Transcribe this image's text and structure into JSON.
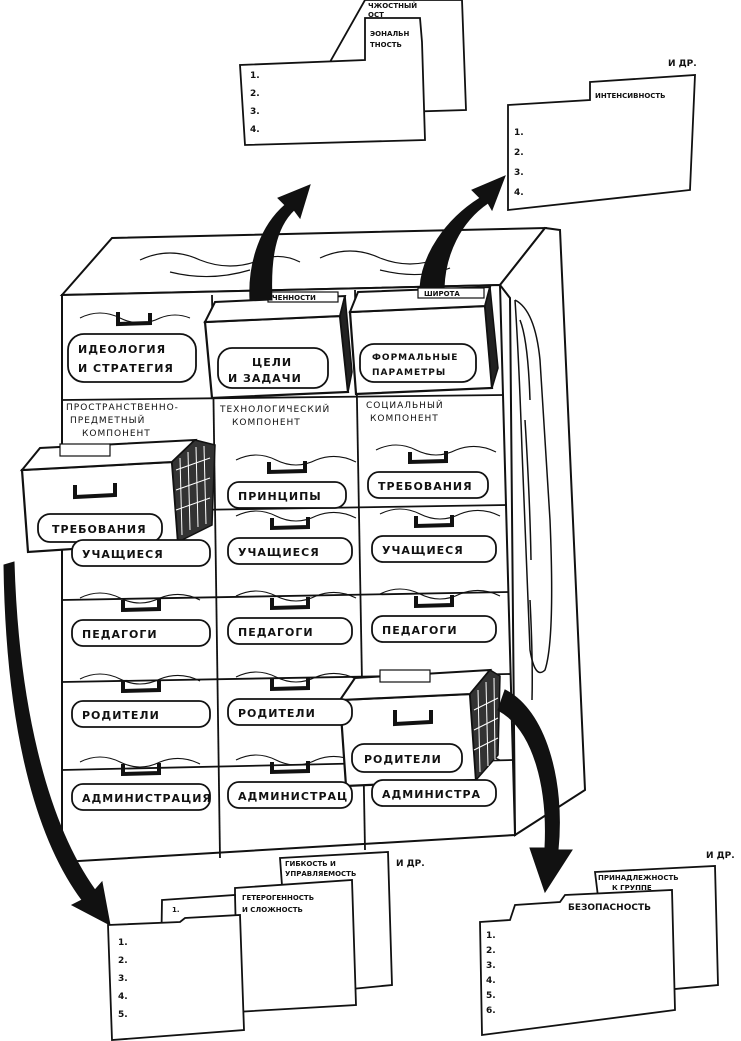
{
  "cabinet": {
    "top_row": {
      "ideology": "ИДЕОЛОГИЯ И СТРАТЕГИЯ",
      "ideology_l1": "ИДЕОЛОГИЯ",
      "ideology_l2": "И СТРАТЕГИЯ",
      "goals_l1": "ЦЕЛИ",
      "goals_l2": "И ЗАДАЧИ",
      "goals_tab": "ЧЕННОСТИ",
      "formal_l1": "ФОРМАЛЬНЫЕ",
      "formal_l2": "ПАРАМЕТРЫ",
      "formal_tab": "ШИРОТА"
    },
    "components": {
      "spatial_l1": "ПРОСТРАНСТВЕННО-",
      "spatial_l2": "ПРЕДМЕТНЫЙ",
      "spatial_l3": "КОМПОНЕНТ",
      "tech_l1": "ТЕХНОЛОГИЧЕСКИЙ",
      "tech_l2": "КОМПОНЕНТ",
      "social_l1": "СОЦИАЛЬНЫЙ",
      "social_l2": "КОМПОНЕНТ"
    },
    "drawers": {
      "requirements_out": "ТРЕБОВАНИЯ",
      "principles": "ПРИНЦИПЫ",
      "requirements": "ТРЕБОВАНИЯ",
      "students": [
        "УЧАЩИЕСЯ",
        "УЧАЩИЕСЯ",
        "УЧАЩИЕСЯ"
      ],
      "teachers": [
        "ПЕДАГОГИ",
        "ПЕДАГОГИ",
        "ПЕДАГОГИ"
      ],
      "parents": [
        "РОДИТЕЛИ",
        "РОДИТЕЛИ",
        "РОДИТЕЛИ"
      ],
      "admin": [
        "АДМИНИСТРАЦИЯ",
        "АДМИНИСТРАЦ",
        "АДМИНИСТРА"
      ]
    }
  },
  "cards": {
    "top_left": {
      "back_tab_l1": "ЧЖОСТНЫЙ",
      "back_tab_l2": "ОСТ",
      "front_tab_l1": "ЭОНАЛЬН",
      "front_tab_l2": "ТНОСТЬ",
      "numbers": [
        "1.",
        "2.",
        "3.",
        "4."
      ]
    },
    "top_right": {
      "etc": "И ДР.",
      "tab": "ИНТЕНСИВНОСТЬ",
      "numbers": [
        "1.",
        "2.",
        "3.",
        "4."
      ]
    },
    "bottom_left": {
      "etc": "И ДР.",
      "tab_back": "ГИБКОСТЬ И УПРАВЛЯЕМОСТЬ",
      "tab_back_l1": "ГИБКОСТЬ И",
      "tab_back_l2": "УПРАВЛЯЕМОСТЬ",
      "tab_mid_l1": "ГЕТЕРОГЕННОСТЬ",
      "tab_mid_l2": "И СЛОЖНОСТЬ",
      "tab_num": "1.",
      "numbers": [
        "1.",
        "2.",
        "3.",
        "4.",
        "5."
      ]
    },
    "bottom_right": {
      "etc": "И ДР.",
      "tab_back_l1": "ПРИНАДЛЕЖНОСТЬ",
      "tab_back_l2": "К ГРУППЕ",
      "tab_front": "БЕЗОПАСНОСТЬ",
      "numbers": [
        "1.",
        "2.",
        "3.",
        "4.",
        "5.",
        "6."
      ]
    }
  }
}
